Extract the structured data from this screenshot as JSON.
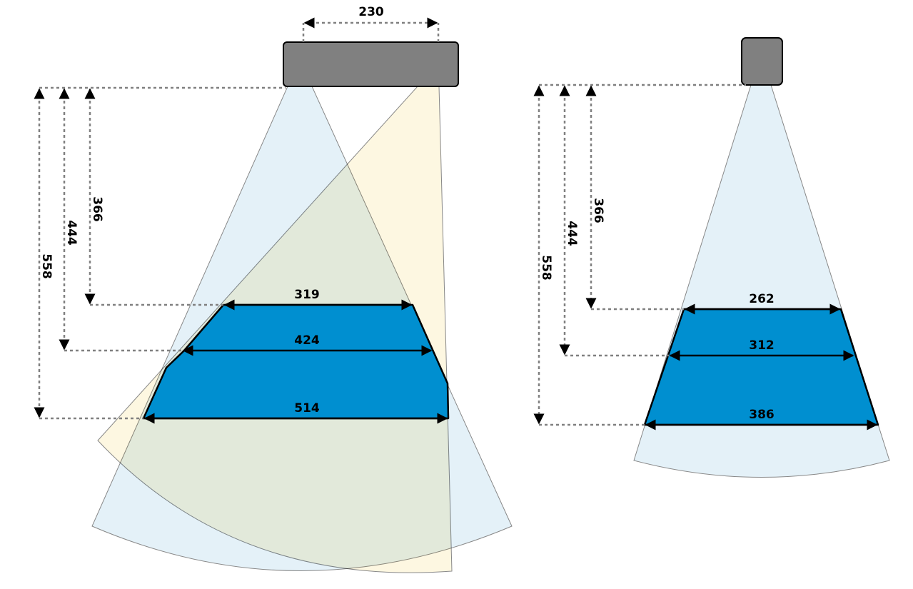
{
  "colors": {
    "zone": "#008fd0",
    "device": "#808080",
    "cone_blue": "#e4f1f8",
    "cone_yellow": "#fdf7e1"
  },
  "left_sensor": {
    "sensor_spacing": "230",
    "heights": {
      "h1": "366",
      "h2": "444",
      "h3": "558"
    },
    "widths": {
      "w1": "319",
      "w2": "424",
      "w3": "514"
    }
  },
  "right_sensor": {
    "heights": {
      "h1": "366",
      "h2": "444",
      "h3": "558"
    },
    "widths": {
      "w1": "262",
      "w2": "312",
      "w3": "386"
    }
  }
}
